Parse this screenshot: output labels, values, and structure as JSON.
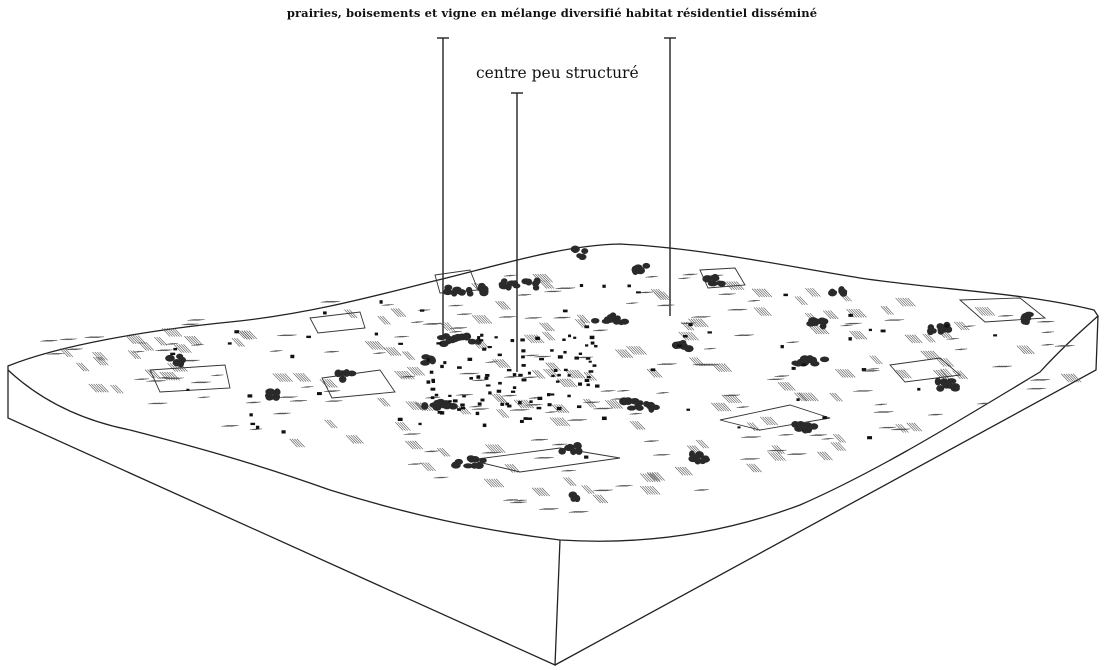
{
  "annotations": {
    "top_label": "prairies, boisements et vigne en mélange diversifié habitat résidentiel disséminé",
    "center_label": "centre peu structuré"
  },
  "colors": {
    "ink": "#111111",
    "paper": "#ffffff",
    "hatch": "#555555"
  },
  "icons": {
    "tree_clump": "tree-cluster-glyph",
    "house": "house-glyph",
    "field": "field-parcel-outline"
  }
}
